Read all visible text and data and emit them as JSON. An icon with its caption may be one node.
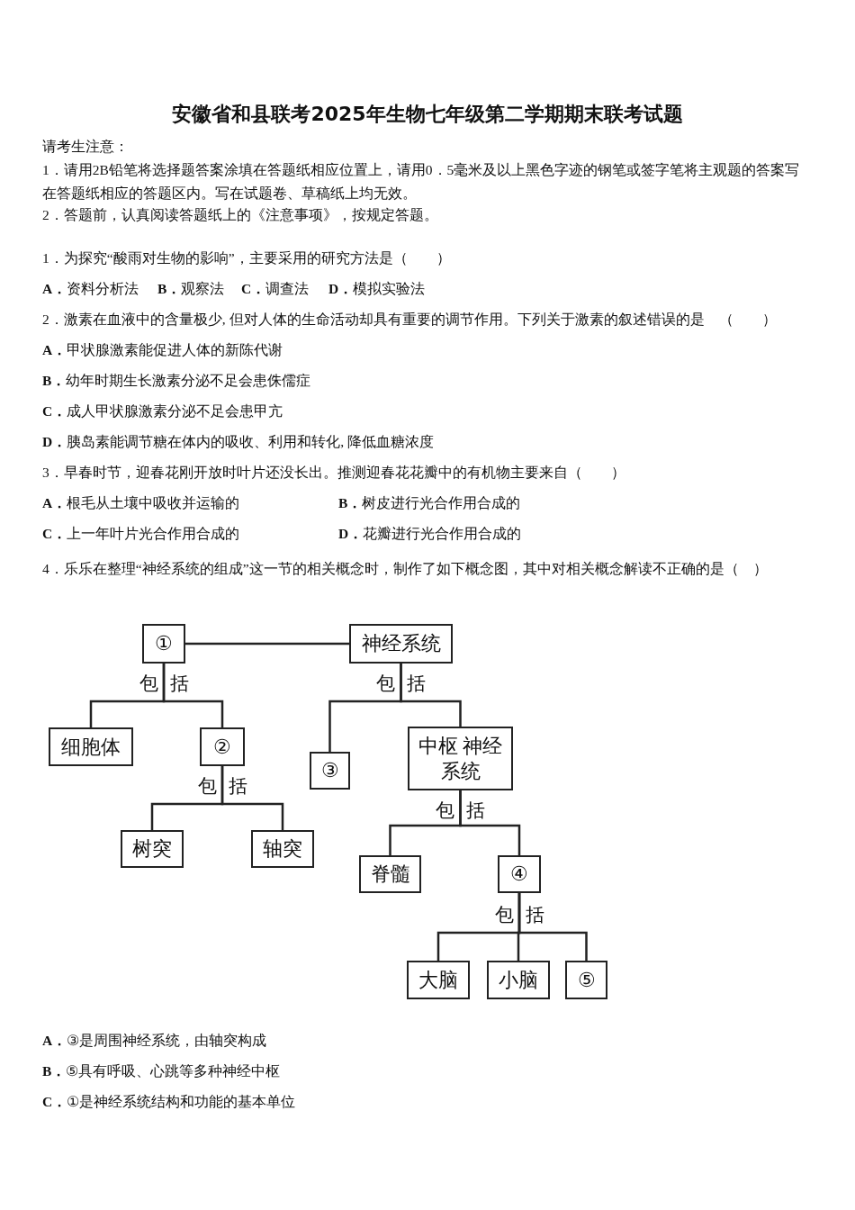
{
  "diagram": {
    "title": "安徽省和县联考2025年生物七年级第二学期期末联考试题",
    "nodes": [
      {
        "text": [
          "①"
        ]
      },
      {
        "text": [
          "神经系统"
        ]
      },
      {
        "text": [
          "细胞体"
        ]
      },
      {
        "text": [
          "②"
        ]
      },
      {
        "text": [
          "③"
        ]
      },
      {
        "text": [
          "中枢 神经系统"
        ]
      },
      {
        "text": [
          "树突"
        ]
      },
      {
        "text": [
          "轴突"
        ]
      },
      {
        "text": [
          "脊髓"
        ]
      },
      {
        "text": [
          "④"
        ]
      },
      {
        "text": [
          "大脑"
        ]
      },
      {
        "text": [
          "小脑"
        ]
      },
      {
        "text": [
          "⑤"
        ]
      }
    ],
    "edges": [
      {
        "from": 0,
        "to": 1,
        "arrow": "none"
      },
      {
        "from": 0,
        "to": 2,
        "arrow": "none"
      },
      {
        "from": 0,
        "to": 3,
        "arrow": "none"
      },
      {
        "from": 1,
        "to": 4,
        "arrow": "none"
      },
      {
        "from": 1,
        "to": 5,
        "arrow": "none"
      },
      {
        "from": 3,
        "to": 6,
        "arrow": "none"
      },
      {
        "from": 3,
        "to": 7,
        "arrow": "none"
      },
      {
        "from": 5,
        "to": 8,
        "arrow": "none"
      },
      {
        "from": 5,
        "to": 9,
        "arrow": "none"
      },
      {
        "from": 9,
        "to": 10,
        "arrow": "none"
      },
      {
        "from": 9,
        "to": 11,
        "arrow": "none"
      },
      {
        "from": 9,
        "to": 12,
        "arrow": "none"
      }
    ],
    "labels": [
      "请考生注意：",
      "1．请用2B铅笔将选择题答案涂填在答题纸相应位置上，请用0．5毫米及以上黑色字迹的钢笔或签字笔将主观题的答案写在答题纸相应的答题区内。写在试题卷、草稿纸上均无效。",
      "2．答题前，认真阅读答题纸上的《注意事项》，按规定答题。",
      "1．为探究“酸雨对生物的影响”，主要采用的研究方法是（　　）",
      "**A．**资料分析法",
      "**B．**观察法",
      "**C．**调查法",
      "**D．**模拟实验法",
      "2．激素在血液中的含量极少, 但对人体的生命活动却具有重要的调节作用。下列关于激素的叙述错误的是　（　　）",
      "**A．**甲状腺激素能促进人体的新陈代谢",
      "**B．**幼年时期生长激素分泌不足会患侏儒症",
      "**C．**成人甲状腺激素分泌不足会患甲亢",
      "**D．**胰岛素能调节糖在体内的吸收、利用和转化, 降低血糖浓度",
      "3．早春时节，迎春花刚开放时叶片还没长出。推测迎春花花瓣中的有机物主要来自（　　）",
      "**A．**根毛从土壤中吸收并运输的",
      "**B．**树皮进行光合作用合成的",
      "**C．**上一年叶片光合作用合成的",
      "**D．**花瓣进行光合作用合成的",
      "4．乐乐在整理“神经系统的组成”这一节的相关概念时，制作了如下概念图，其中对相关概念解读不正确的是（　）",
      "包 括",
      "包 括",
      "包 括",
      "包 括",
      "包 括",
      "**A．**③是周围神经系统，由轴突构成",
      "**B．**⑤具有呼吸、心跳等多种神经中枢",
      "**C．**①是神经系统结构和功能的基本单位"
    ]
  }
}
